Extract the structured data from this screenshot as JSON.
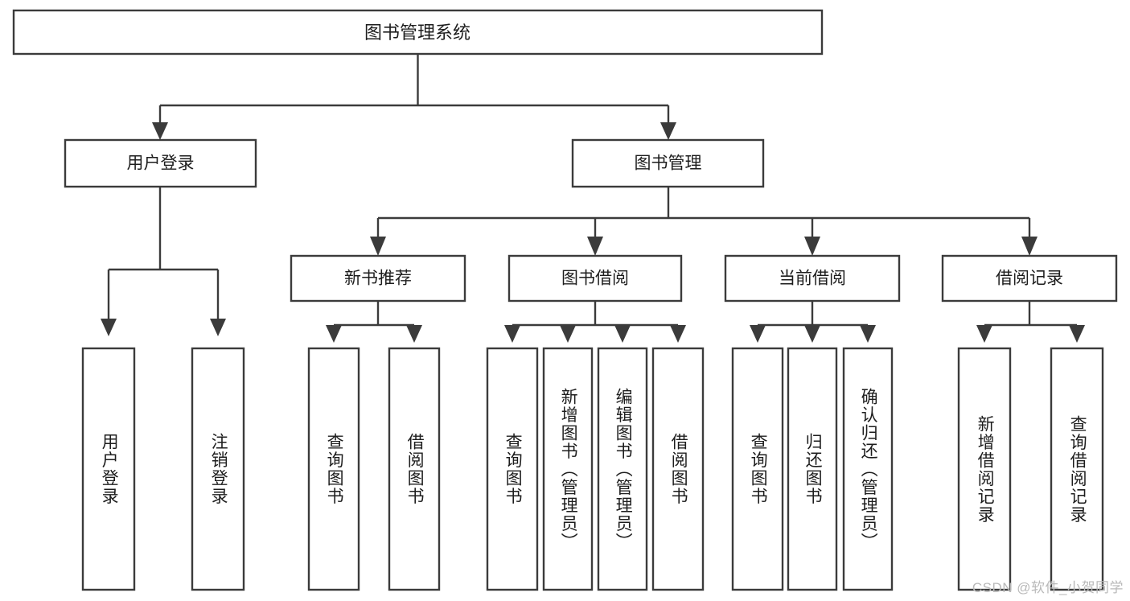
{
  "diagram": {
    "type": "hierarchy-tree",
    "title": "图书管理系统",
    "watermark": "CSDN @软件_小贺同学",
    "colors": {
      "box_stroke": "#3b3b3b",
      "box_fill": "#ffffff",
      "text": "#1d1d1d",
      "connector": "#3b3b3b",
      "watermark": "#b9b9b9",
      "background": "#ffffff"
    },
    "root": {
      "label": "图书管理系统"
    },
    "level2": [
      {
        "id": "user-login",
        "label": "用户登录"
      },
      {
        "id": "book-manage",
        "label": "图书管理"
      }
    ],
    "level3": [
      {
        "id": "new-book-recommend",
        "label": "新书推荐",
        "parent": "book-manage"
      },
      {
        "id": "book-borrow",
        "label": "图书借阅",
        "parent": "book-manage"
      },
      {
        "id": "current-borrow",
        "label": "当前借阅",
        "parent": "book-manage"
      },
      {
        "id": "borrow-record",
        "label": "借阅记录",
        "parent": "book-manage"
      }
    ],
    "leaves": [
      {
        "id": "leaf-user-login",
        "label": "用户登录",
        "parent": "user-login"
      },
      {
        "id": "leaf-user-logout",
        "label": "注销登录",
        "parent": "user-login"
      },
      {
        "id": "leaf-query-book-1",
        "label": "查询图书",
        "parent": "new-book-recommend"
      },
      {
        "id": "leaf-borrow-book-1",
        "label": "借阅图书",
        "parent": "new-book-recommend"
      },
      {
        "id": "leaf-query-book-2",
        "label": "查询图书",
        "parent": "book-borrow"
      },
      {
        "id": "leaf-add-book",
        "label": "新增图书（管理员）",
        "parent": "book-borrow"
      },
      {
        "id": "leaf-edit-book",
        "label": "编辑图书（管理员）",
        "parent": "book-borrow"
      },
      {
        "id": "leaf-borrow-book-2",
        "label": "借阅图书",
        "parent": "book-borrow"
      },
      {
        "id": "leaf-query-book-3",
        "label": "查询图书",
        "parent": "current-borrow"
      },
      {
        "id": "leaf-return-book",
        "label": "归还图书",
        "parent": "current-borrow"
      },
      {
        "id": "leaf-confirm-return",
        "label": "确认归还（管理员）",
        "parent": "current-borrow"
      },
      {
        "id": "leaf-add-record",
        "label": "新增借阅记录",
        "parent": "borrow-record"
      },
      {
        "id": "leaf-query-record",
        "label": "查询借阅记录",
        "parent": "borrow-record"
      }
    ]
  }
}
